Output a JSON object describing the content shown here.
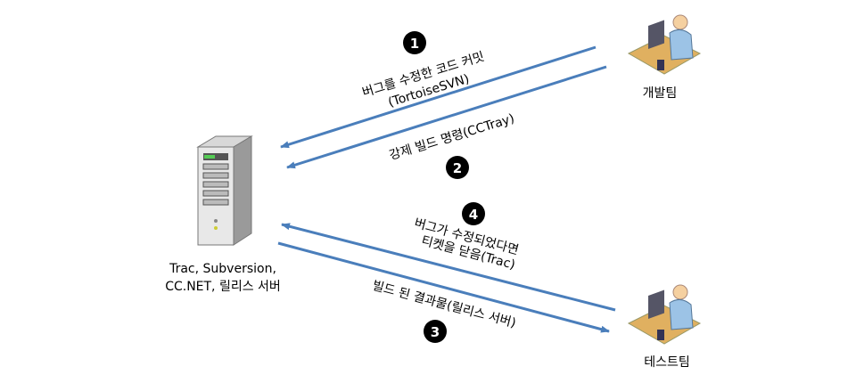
{
  "colors": {
    "arrow": "#4a7ebb",
    "badge": "#000000"
  },
  "nodes": {
    "server": {
      "line1": "Trac, Subversion,",
      "line2": "CC.NET, 릴리스 서버"
    },
    "dev_team": "개발팀",
    "test_team": "테스트팀"
  },
  "steps": [
    {
      "number": "1",
      "line1": "버그를 수정한 코드 커밋",
      "line2": "(TortoiseSVN)"
    },
    {
      "number": "2",
      "line1": "강제 빌드 명령(CCTray)"
    },
    {
      "number": "3",
      "line1": "빌드 된 결과물(릴리스 서버)"
    },
    {
      "number": "4",
      "line1": "버그가 수정되었다면",
      "line2": "티켓을 닫음(Trac)"
    }
  ]
}
